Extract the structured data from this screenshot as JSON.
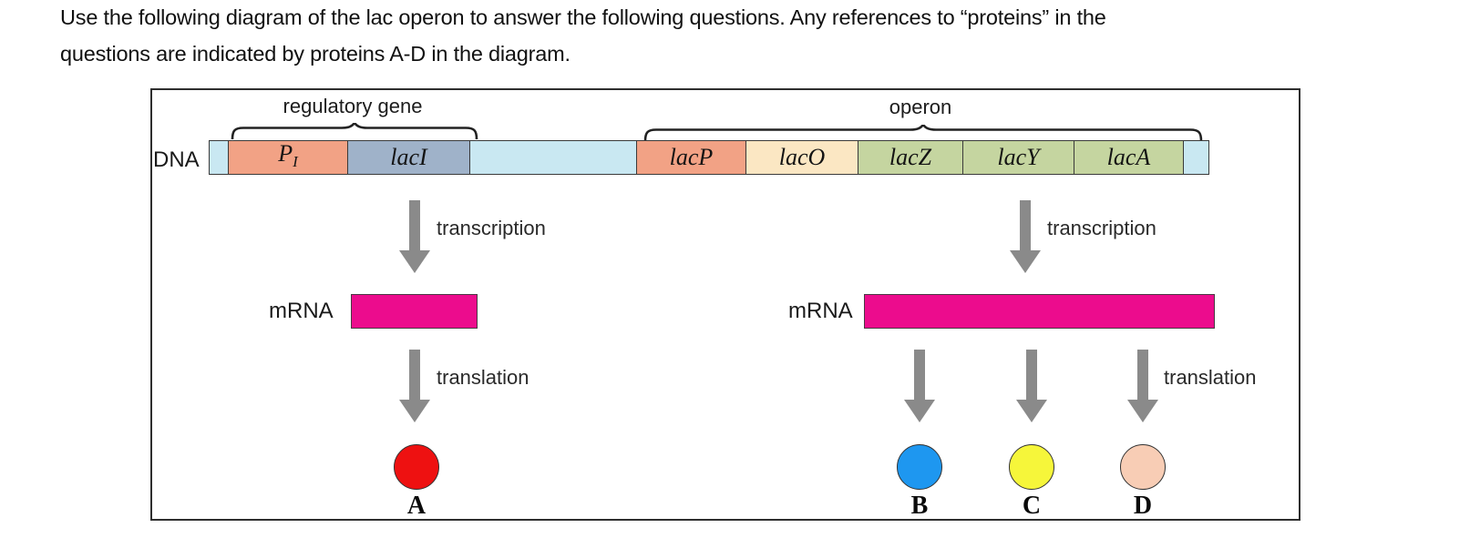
{
  "title": {
    "line1": "Use the following diagram of the lac operon to answer the following questions. Any references to “proteins” in the",
    "line2": "questions are indicated by proteins A-D in the diagram."
  },
  "diagram": {
    "dna_label": "DNA",
    "regulatory_gene_label": "regulatory gene",
    "operon_label": "operon",
    "dna_segments": [
      {
        "label": "",
        "sub": "",
        "color": "#C9E8F2",
        "width": 22
      },
      {
        "label": "P",
        "sub": "I",
        "color": "#F2A285",
        "width": 133
      },
      {
        "label": "lacI",
        "sub": "",
        "color": "#9FB2C9",
        "width": 135
      },
      {
        "label": "",
        "sub": "",
        "color": "#C9E8F2",
        "width": 185
      },
      {
        "label": "lacP",
        "sub": "",
        "color": "#F2A285",
        "width": 121
      },
      {
        "label": "lacO",
        "sub": "",
        "color": "#FBE7C3",
        "width": 125
      },
      {
        "label": "lacZ",
        "sub": "",
        "color": "#C5D5A0",
        "width": 116
      },
      {
        "label": "lacY",
        "sub": "",
        "color": "#C5D5A0",
        "width": 124
      },
      {
        "label": "lacA",
        "sub": "",
        "color": "#C5D5A0",
        "width": 121
      },
      {
        "label": "",
        "sub": "",
        "color": "#C9E8F2",
        "width": 29
      }
    ],
    "arrow_color": "#8A8A8A",
    "mrna_color": "#EC0C8D",
    "regulatory_pathway": {
      "transcription_label": "transcription",
      "mrna_label": "mRNA",
      "translation_label": "translation",
      "protein": {
        "id": "A",
        "color": "#EE1111"
      }
    },
    "operon_pathway": {
      "transcription_label": "transcription",
      "mrna_label": "mRNA",
      "translation_label": "translation",
      "proteins": [
        {
          "id": "B",
          "color": "#1E97F0"
        },
        {
          "id": "C",
          "color": "#F6F63A"
        },
        {
          "id": "D",
          "color": "#F8CDB5"
        }
      ]
    }
  }
}
